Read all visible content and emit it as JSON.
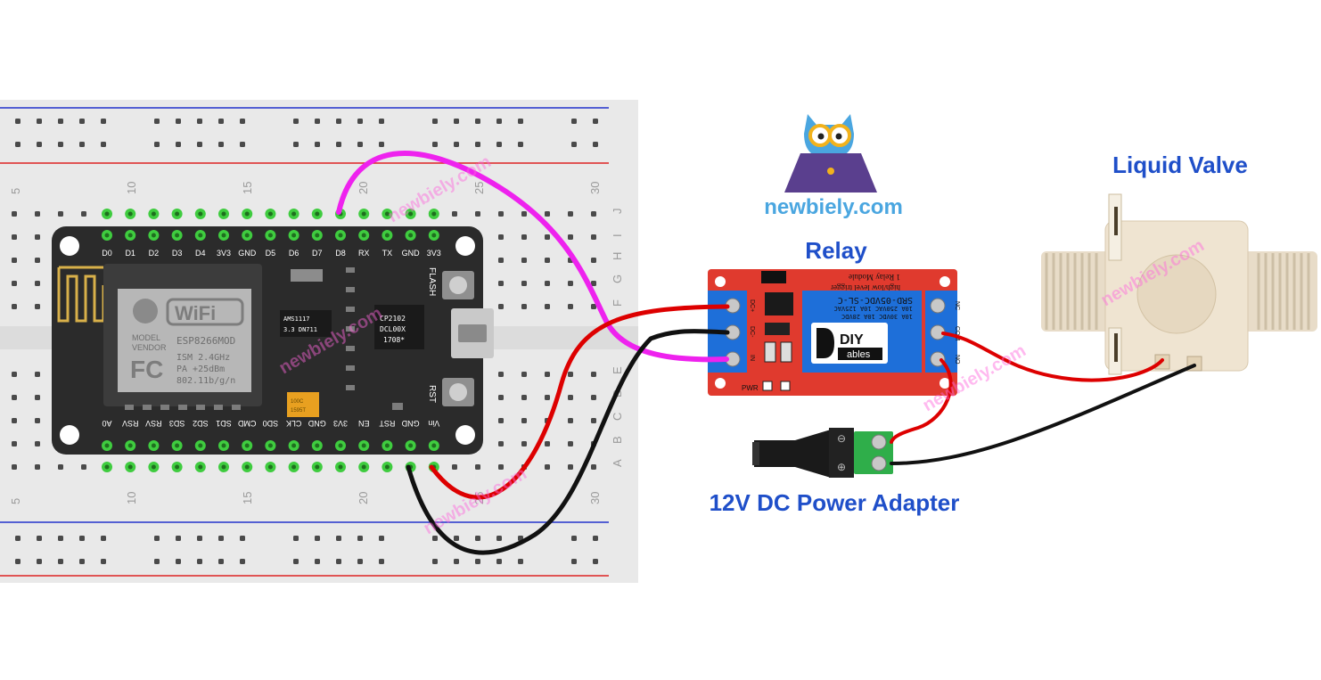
{
  "labels": {
    "relay": "Relay",
    "valve": "Liquid Valve",
    "adapter": "12V DC Power Adapter",
    "brand": "newbiely.com",
    "watermark": "newbiely.com"
  },
  "breadboard": {
    "col_numbers": [
      "5",
      "10",
      "15",
      "20",
      "25",
      "30"
    ],
    "row_letters_top": [
      "J",
      "I",
      "H",
      "G",
      "F"
    ],
    "row_letters_bottom": [
      "E",
      "D",
      "C",
      "B",
      "A"
    ]
  },
  "esp8266": {
    "top_pins": [
      "D0",
      "D1",
      "D2",
      "D3",
      "D4",
      "3V3",
      "GND",
      "D5",
      "D6",
      "D7",
      "D8",
      "RX",
      "TX",
      "GND",
      "3V3"
    ],
    "bottom_pins": [
      "A0",
      "RSV",
      "RSV",
      "SD3",
      "SD2",
      "SD1",
      "CMD",
      "SD0",
      "CLK",
      "GND",
      "3V3",
      "EN",
      "RST",
      "GND",
      "Vin"
    ],
    "module_text": [
      "MODEL",
      "VENDOR",
      "ESP8266MOD",
      "ISM 2.4GHz",
      "PA +25dBm",
      "802.11b/g/n"
    ],
    "wifi_logo": "WiFi",
    "fc_logo": "FC",
    "flash_label": "FLASH",
    "rst_label": "RST",
    "regulator_text": [
      "AMS1117",
      "3.3  DN711"
    ],
    "usb_chip_text": [
      "CP2102",
      "DCL00X",
      "1708*"
    ],
    "cap_text": [
      "100C",
      "1595T"
    ]
  },
  "relay_module": {
    "header_text": [
      "1 Relay Module",
      "high/low level trigger"
    ],
    "relay_text": [
      "SRD-05VDC-SL-C",
      "10A 250VAC 10A 125VAC",
      "10A 30VDC 10A 28VDC"
    ],
    "logo_text": "DIY",
    "logo_sub": "ables",
    "left_pins": [
      "DC+",
      "DC-",
      "IN"
    ],
    "right_pins": [
      "NC",
      "COM",
      "NO"
    ],
    "pwr_label": "PWR"
  },
  "colors": {
    "signal_wire": "#ee22ee",
    "positive_wire": "#dd0000",
    "negative_wire": "#111111",
    "label": "#1f4fc9",
    "relay_board": "#e03a2e",
    "relay_block": "#1e6fd9",
    "pcb": "#2b2b2b",
    "breadboard": "#e9e9e9",
    "valve_body": "#e8dcc8"
  }
}
